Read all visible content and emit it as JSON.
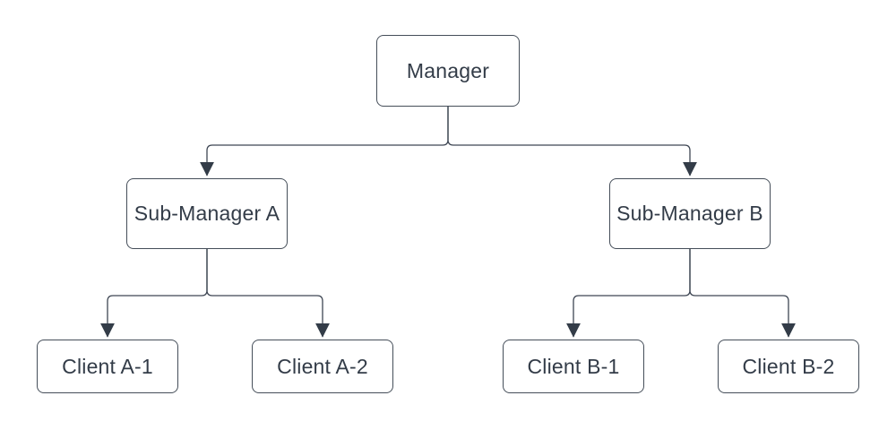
{
  "diagram": {
    "type": "org-chart",
    "background_color": "#ffffff",
    "node_fill_color": "#ffffff",
    "node_border_color": "#454e59",
    "edge_color": "#3e4653",
    "text_color": "#333c48",
    "nodes": {
      "manager": {
        "label": "Manager"
      },
      "sub_manager_a": {
        "label": "Sub-Manager A"
      },
      "sub_manager_b": {
        "label": "Sub-Manager B"
      },
      "client_a1": {
        "label": "Client A-1"
      },
      "client_a2": {
        "label": "Client A-2"
      },
      "client_b1": {
        "label": "Client B-1"
      },
      "client_b2": {
        "label": "Client B-2"
      }
    },
    "edges": [
      {
        "from": "Manager",
        "to": "Sub-Manager A",
        "arrow": "filled-triangle"
      },
      {
        "from": "Manager",
        "to": "Sub-Manager B",
        "arrow": "filled-triangle"
      },
      {
        "from": "Sub-Manager A",
        "to": "Client A-1",
        "arrow": "filled-triangle"
      },
      {
        "from": "Sub-Manager A",
        "to": "Client A-2",
        "arrow": "filled-triangle"
      },
      {
        "from": "Sub-Manager B",
        "to": "Client B-1",
        "arrow": "filled-triangle"
      },
      {
        "from": "Sub-Manager B",
        "to": "Client B-2",
        "arrow": "filled-triangle"
      }
    ]
  }
}
